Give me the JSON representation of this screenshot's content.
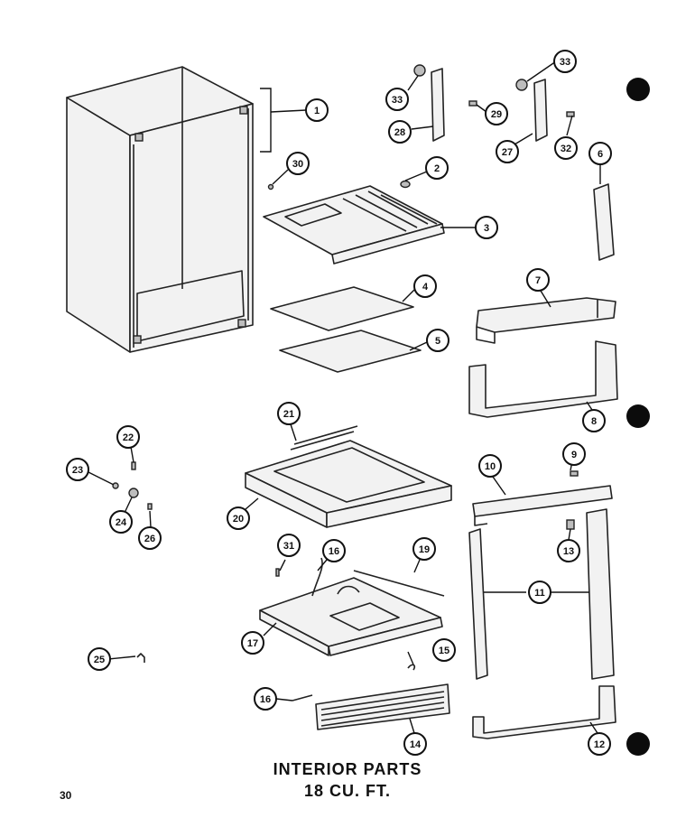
{
  "title": {
    "line1": "INTERIOR PARTS",
    "line2": "18 CU. FT."
  },
  "page_number": "30",
  "callouts": [
    {
      "id": "1",
      "label": "1"
    },
    {
      "id": "2",
      "label": "2"
    },
    {
      "id": "3",
      "label": "3"
    },
    {
      "id": "4",
      "label": "4"
    },
    {
      "id": "5",
      "label": "5"
    },
    {
      "id": "6",
      "label": "6"
    },
    {
      "id": "7",
      "label": "7"
    },
    {
      "id": "8",
      "label": "8"
    },
    {
      "id": "9",
      "label": "9"
    },
    {
      "id": "10",
      "label": "10"
    },
    {
      "id": "11",
      "label": "11"
    },
    {
      "id": "12",
      "label": "12"
    },
    {
      "id": "13",
      "label": "13"
    },
    {
      "id": "14",
      "label": "14"
    },
    {
      "id": "15",
      "label": "15"
    },
    {
      "id": "16a",
      "label": "16"
    },
    {
      "id": "16b",
      "label": "16"
    },
    {
      "id": "17",
      "label": "17"
    },
    {
      "id": "19",
      "label": "19"
    },
    {
      "id": "20",
      "label": "20"
    },
    {
      "id": "21",
      "label": "21"
    },
    {
      "id": "22",
      "label": "22"
    },
    {
      "id": "23",
      "label": "23"
    },
    {
      "id": "24",
      "label": "24"
    },
    {
      "id": "25",
      "label": "25"
    },
    {
      "id": "26",
      "label": "26"
    },
    {
      "id": "27",
      "label": "27"
    },
    {
      "id": "28",
      "label": "28"
    },
    {
      "id": "29",
      "label": "29"
    },
    {
      "id": "30",
      "label": "30"
    },
    {
      "id": "31",
      "label": "31"
    },
    {
      "id": "32",
      "label": "32"
    },
    {
      "id": "33a",
      "label": "33"
    },
    {
      "id": "33b",
      "label": "33"
    }
  ]
}
